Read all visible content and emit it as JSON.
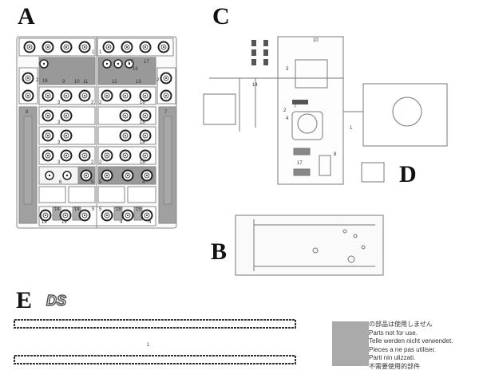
{
  "sheet": {
    "section_labels": {
      "a": "A",
      "b": "B",
      "c": "C",
      "d": "D",
      "e": "E"
    },
    "brand_logo": "DS",
    "track_part_number": "1",
    "sprue_a_part_numbers": [
      "1",
      "1",
      "16",
      "9",
      "10",
      "11",
      "12",
      "17",
      "16",
      "17",
      "13",
      "2",
      "2",
      "3",
      "2",
      "2",
      "18",
      "3",
      "18",
      "3",
      "18",
      "3",
      "2",
      "2",
      "18",
      "8",
      "7",
      "6",
      "5",
      "5",
      "4",
      "19",
      "14",
      "19",
      "14",
      "5",
      "5",
      "15",
      "4",
      "15",
      "4"
    ],
    "sprue_c_part_numbers": [
      "10",
      "14",
      "3",
      "7",
      "2",
      "1",
      "4",
      "17",
      "8"
    ],
    "legend": {
      "swatch_color": "#aaaaaa",
      "lines": [
        "の部品は使用しません",
        "Parts not for use.",
        "Telle werden nicht verwendet.",
        "Pieces a ne pas utiliser.",
        "Parti nin ulizzati.",
        "不需要使用的部件"
      ]
    }
  }
}
